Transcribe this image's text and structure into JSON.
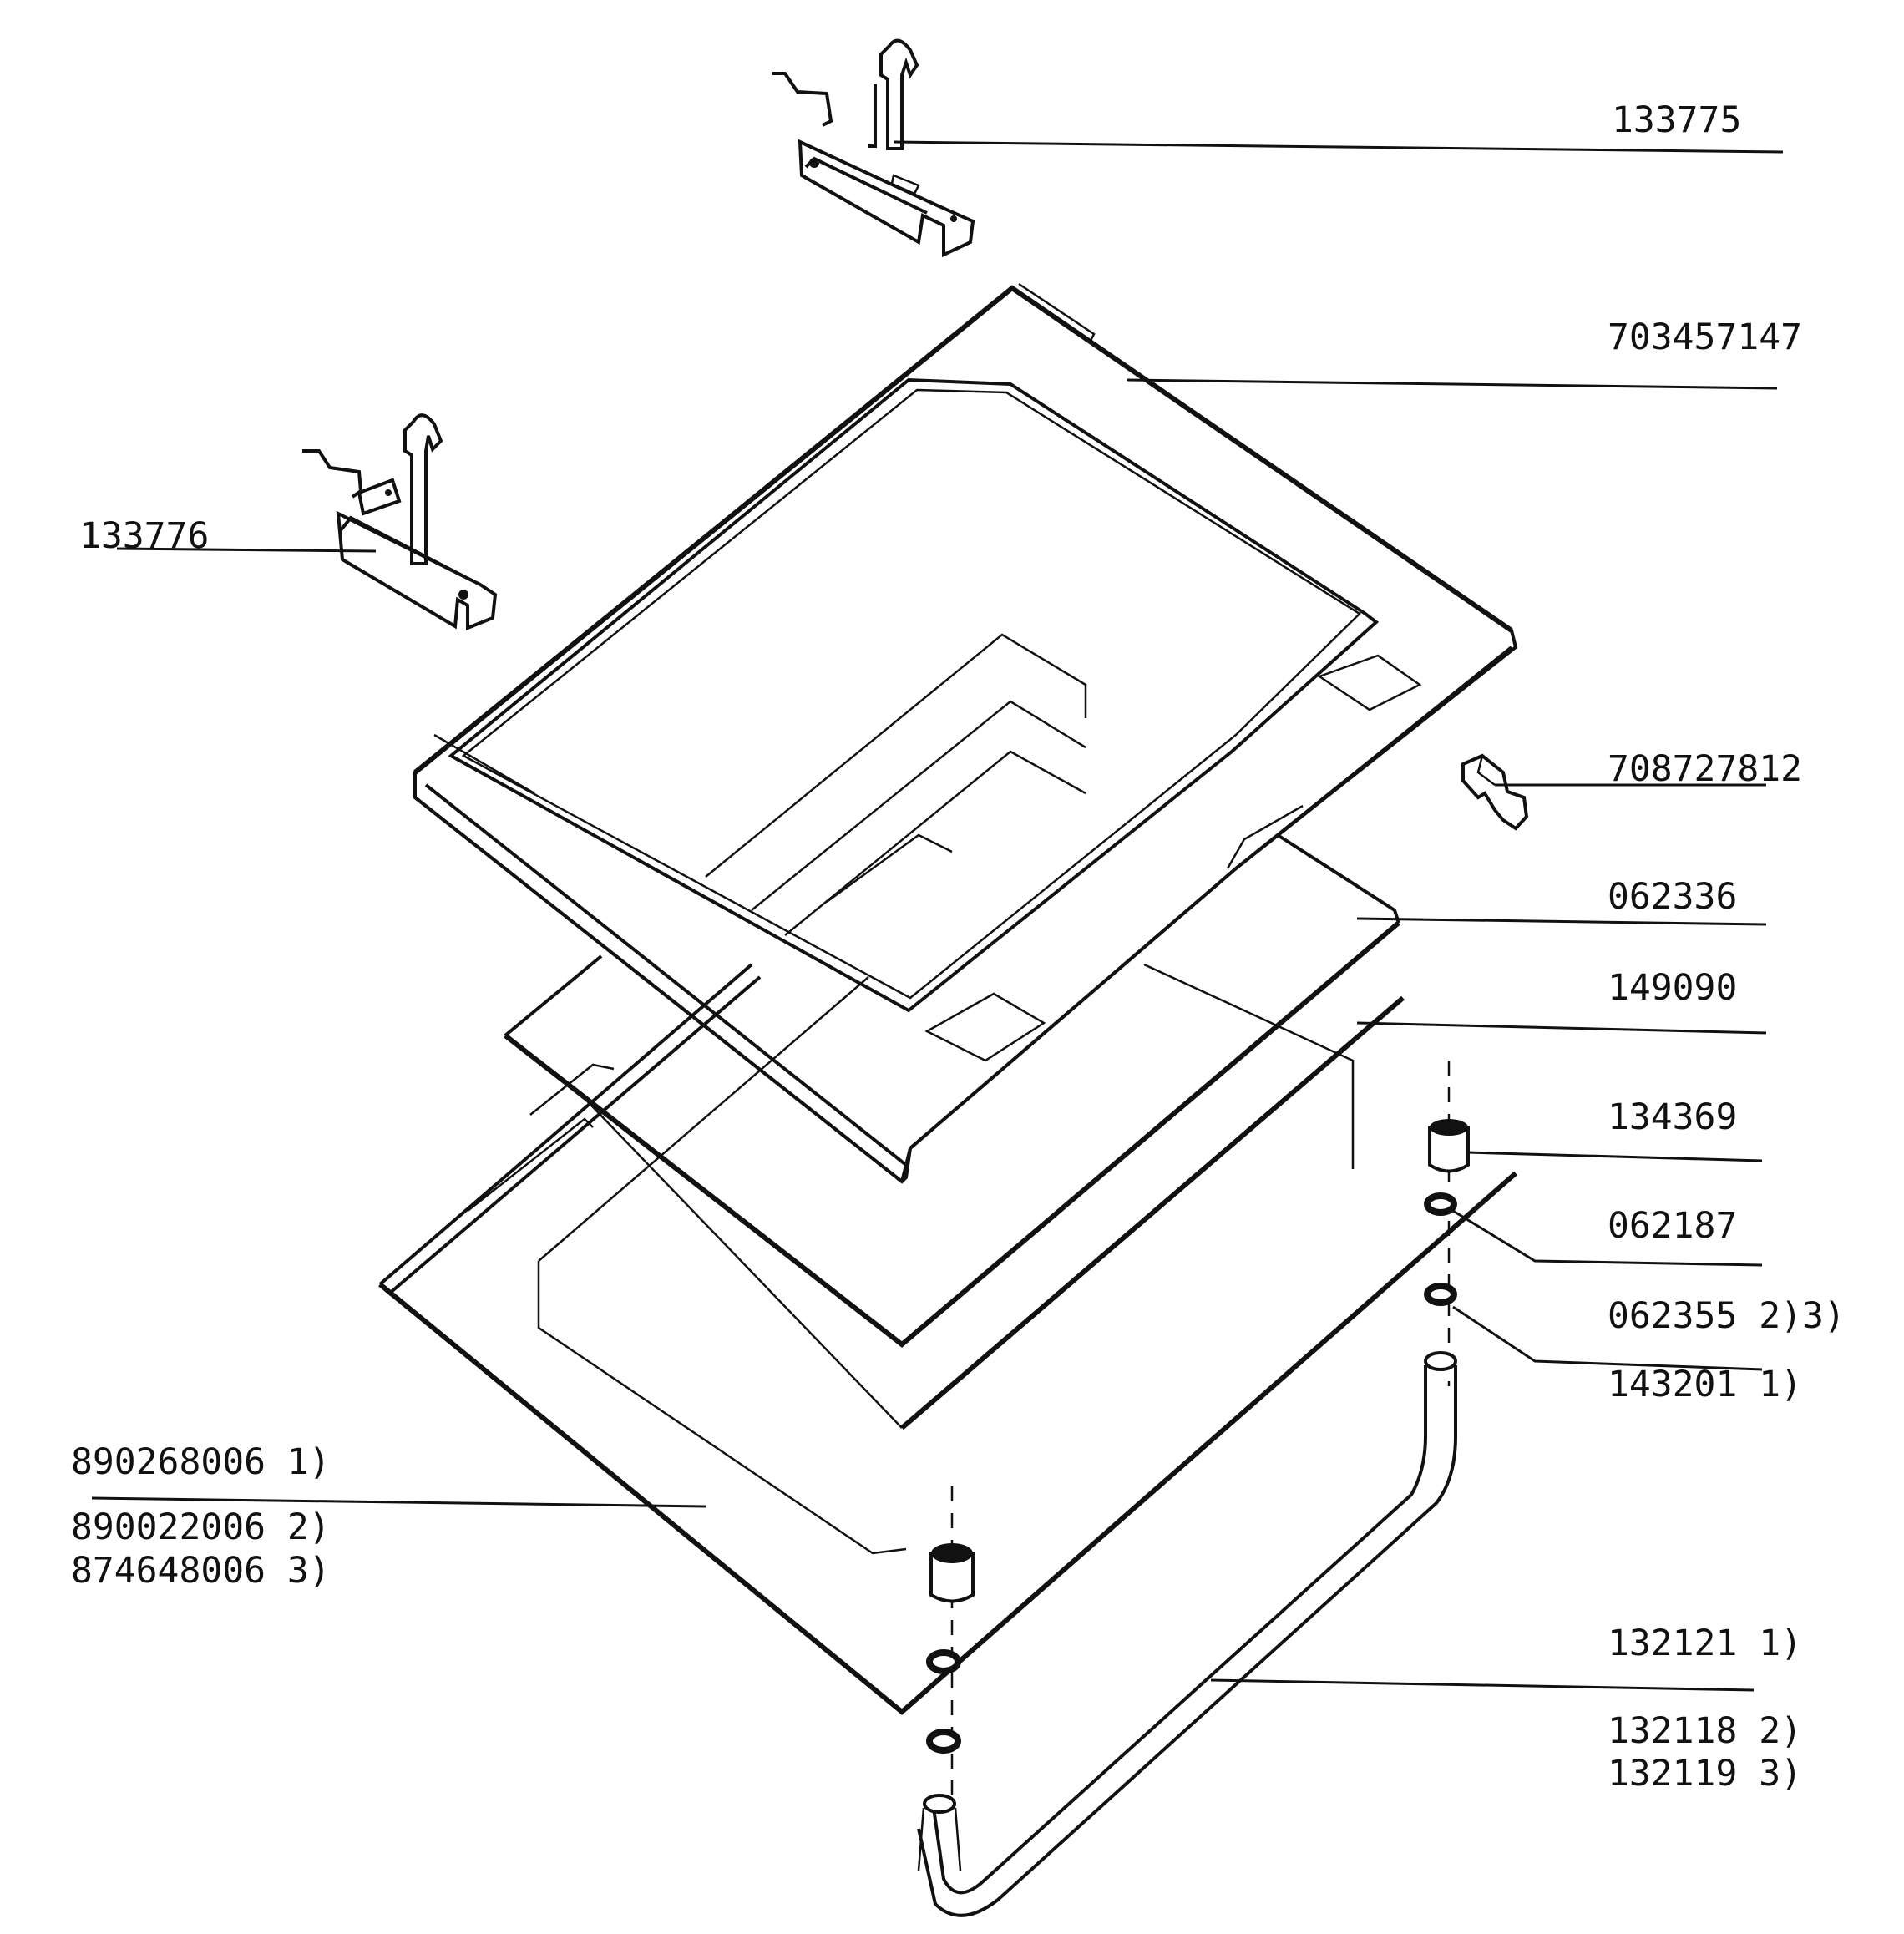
{
  "labels": {
    "hinge_right": "133775",
    "door_frame": "703457147",
    "hinge_left": "133776",
    "clip": "708727812",
    "seal": "062336",
    "inner_glass": "149090",
    "handle_cap": "134369",
    "washer": "062187",
    "spacer_a": "062355 2)3)",
    "spacer_b": "143201 1)",
    "outer_glass_1": "890268006 1)",
    "outer_glass_2": "890022006 2)",
    "outer_glass_3": "874648006 3)",
    "handle_1": "132121 1)",
    "handle_2": "132118 2)",
    "handle_3": "132119 3)"
  }
}
